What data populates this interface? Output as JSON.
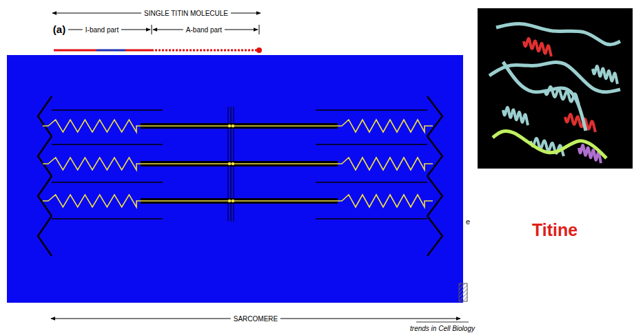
{
  "diagram": {
    "labels": [
      "SINGLE TITIN MOLECULE",
      "(a)",
      "I-band part",
      "A-band part",
      "e",
      "SARCOMERE",
      "trends in Cell Biology",
      "Titine"
    ]
  }
}
